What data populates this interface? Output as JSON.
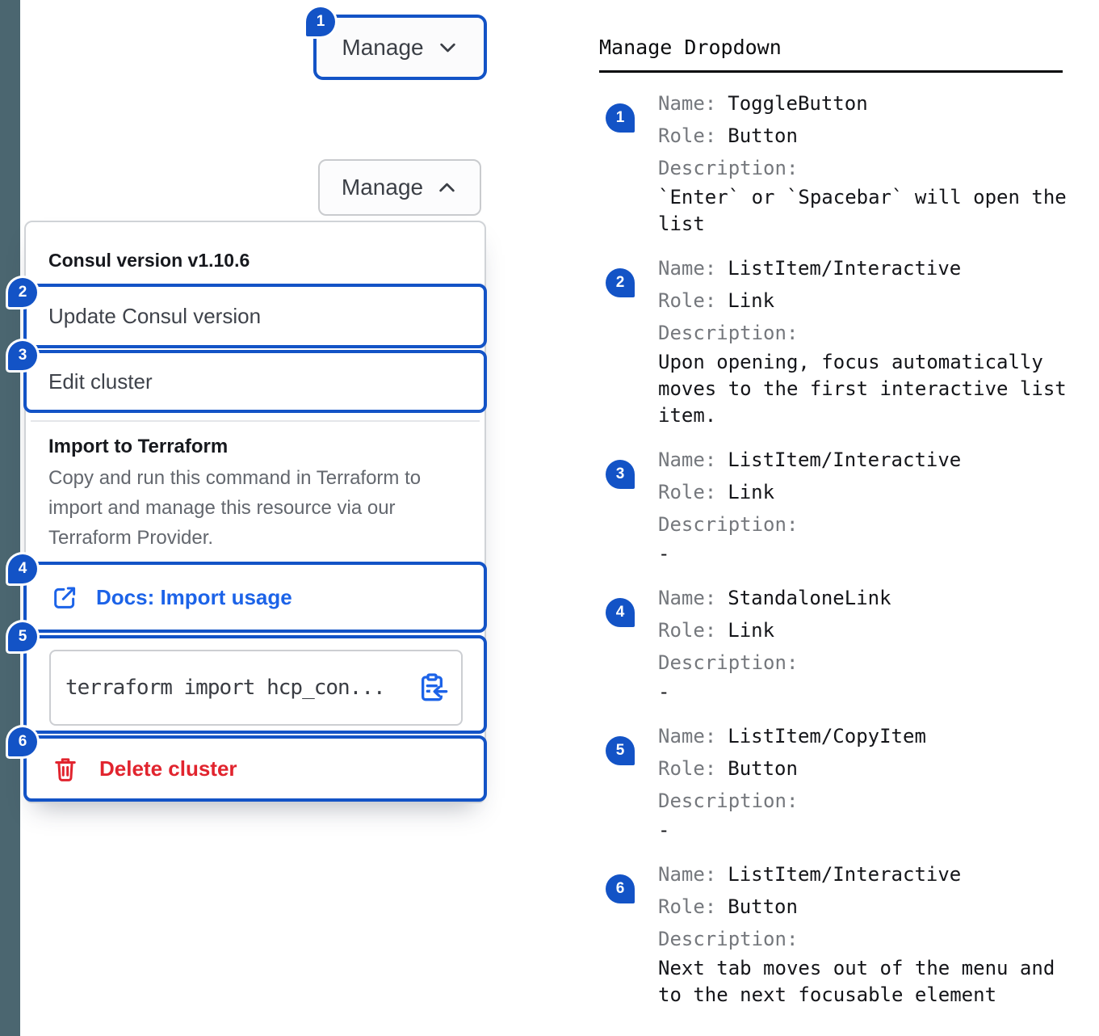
{
  "left": {
    "toggle_collapsed": {
      "badge": "1",
      "label": "Manage"
    },
    "toggle_expanded": {
      "label": "Manage"
    },
    "dropdown": {
      "version_header": "Consul version v1.10.6",
      "items": [
        {
          "badge": "2",
          "label": "Update Consul version"
        },
        {
          "badge": "3",
          "label": "Edit cluster"
        }
      ],
      "import": {
        "title": "Import to Terraform",
        "description": "Copy and run this command in Terraform to import and manage this resource via our Terraform Provider.",
        "docs": {
          "badge": "4",
          "label": "Docs: Import usage"
        },
        "copy": {
          "badge": "5",
          "text": "terraform import hcp_con..."
        }
      },
      "delete": {
        "badge": "6",
        "label": "Delete cluster"
      }
    }
  },
  "annotations": {
    "title": "Manage Dropdown",
    "labels": {
      "name": "Name:",
      "role": "Role:",
      "description": "Description:"
    },
    "items": [
      {
        "number": "1",
        "name": "ToggleButton",
        "role": "Button",
        "description": "`Enter` or `Spacebar` will open the list"
      },
      {
        "number": "2",
        "name": "ListItem/Interactive",
        "role": "Link",
        "description": "Upon opening, focus automatically moves to the first interactive list item."
      },
      {
        "number": "3",
        "name": "ListItem/Interactive",
        "role": "Link",
        "description": "-"
      },
      {
        "number": "4",
        "name": "StandaloneLink",
        "role": "Link",
        "description": "-"
      },
      {
        "number": "5",
        "name": "ListItem/CopyItem",
        "role": "Button",
        "description": "-"
      },
      {
        "number": "6",
        "name": "ListItem/Interactive",
        "role": "Button",
        "description": "Next tab moves out of the menu and to the next focusable element"
      }
    ]
  },
  "colors": {
    "annotation_blue": "#1353c6",
    "link_blue": "#1c63e8",
    "critical_red": "#e1242e",
    "strip_slate": "#4b6670"
  }
}
